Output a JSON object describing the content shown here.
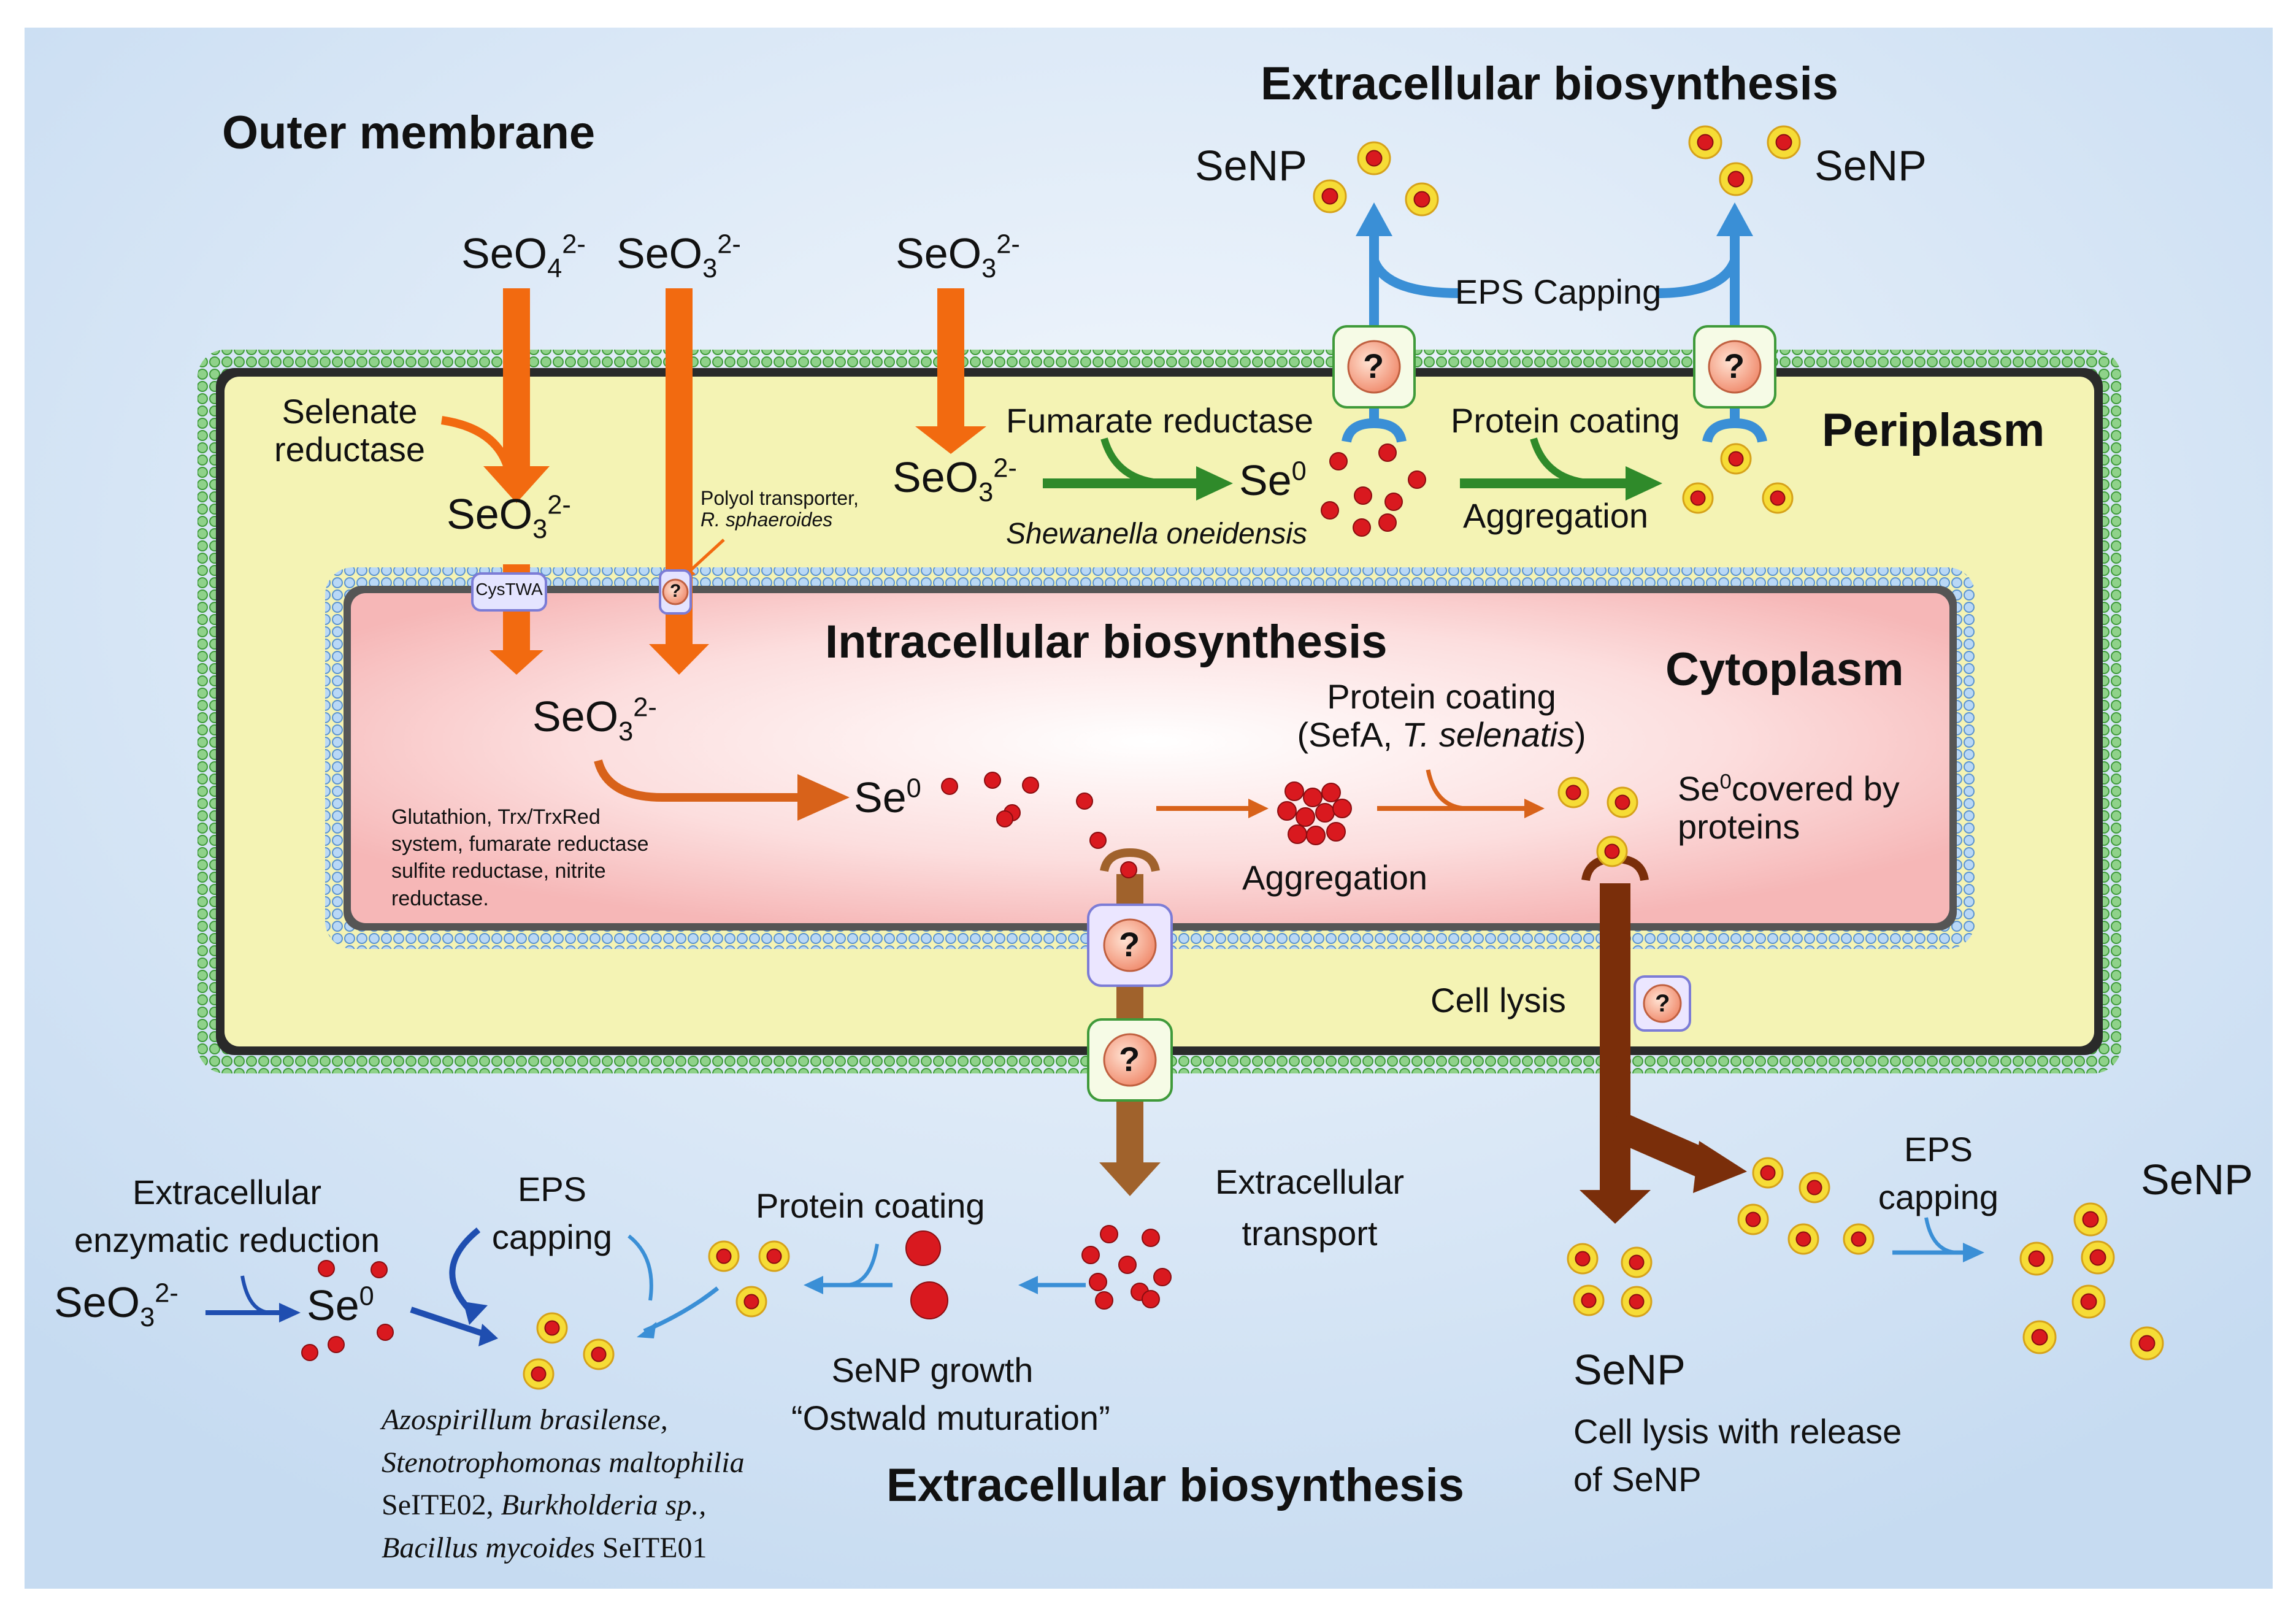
{
  "titles": {
    "outer_membrane": "Outer membrane",
    "extracellular_top": "Extracellular biosynthesis",
    "periplasm": "Periplasm",
    "intracellular": "Intracellular biosynthesis",
    "cytoplasm": "Cytoplasm",
    "extracellular_bottom": "Extracellular biosynthesis"
  },
  "species": {
    "selenate": {
      "base": "SeO",
      "sub": "4",
      "sup": "2-"
    },
    "selenite": {
      "base": "SeO",
      "sub": "3",
      "sup": "2-"
    },
    "se0": {
      "base": "Se",
      "sup": "0"
    },
    "senp": "SeNP"
  },
  "labels": {
    "selenate_reductase_1": "Selenate",
    "selenate_reductase_2": "reductase",
    "cystwa": "CysTWA",
    "unknown": "?",
    "polyol_1": "Polyol transporter,",
    "polyol_2": "R. sphaeroides",
    "fumarate_reductase": "Fumarate reductase",
    "shewanella": "Shewanella oneidensis",
    "protein_coating": "Protein coating",
    "aggregation": "Aggregation",
    "eps_capping_top": "EPS Capping",
    "enzymes_1": "Glutathion, Trx/TrxRed",
    "enzymes_2": "system, fumarate reductase",
    "enzymes_3": "sulfite reductase, nitrite",
    "enzymes_4": "reductase.",
    "protein_coating_sefa_2a": "(SefA, ",
    "protein_coating_sefa_2b": "T. selenatis",
    "protein_coating_sefa_2c": ")",
    "covered_1": "covered by",
    "covered_2": "proteins",
    "cell_lysis": "Cell lysis",
    "extracellular_transport_1": "Extracellular",
    "extracellular_transport_2": "transport",
    "extracellular_enzymatic_1": "Extracellular",
    "extracellular_enzymatic_2": "enzymatic reduction",
    "eps_1": "EPS",
    "eps_2": "capping",
    "senp_growth_1": "SeNP growth",
    "senp_growth_2": "“Ostwald muturation”",
    "lysis_release_1": "Cell lysis with release",
    "lysis_release_2": "of SeNP",
    "org_1": "Azospirillum brasilense,",
    "org_2": "Stenotrophomonas maltophilia",
    "org_3a": "SeITE02, ",
    "org_3b": "Burkholderia sp.,",
    "org_4a": "Bacillus mycoides",
    "org_4b": " SeITE01"
  },
  "colors": {
    "background": "#cfe0f2",
    "periplasm": "#f4f3b4",
    "cytoplasm": "#f9c6c6",
    "outer_membrane": "#62b85a",
    "inner_membrane": "#7fb2e6",
    "uptake_arrow": "#f26a10",
    "periplasm_arrow": "#2f8a2a",
    "cytoplasm_arrow": "#d8621a",
    "eps_arrow": "#3a8fd6",
    "extracellular_arrow": "#1f4eb0",
    "transport_arrow": "#a0622c",
    "lysis_arrow": "#7a2e0a",
    "se_particle": "#d9191f",
    "senp_shell": "#f6dc36"
  }
}
